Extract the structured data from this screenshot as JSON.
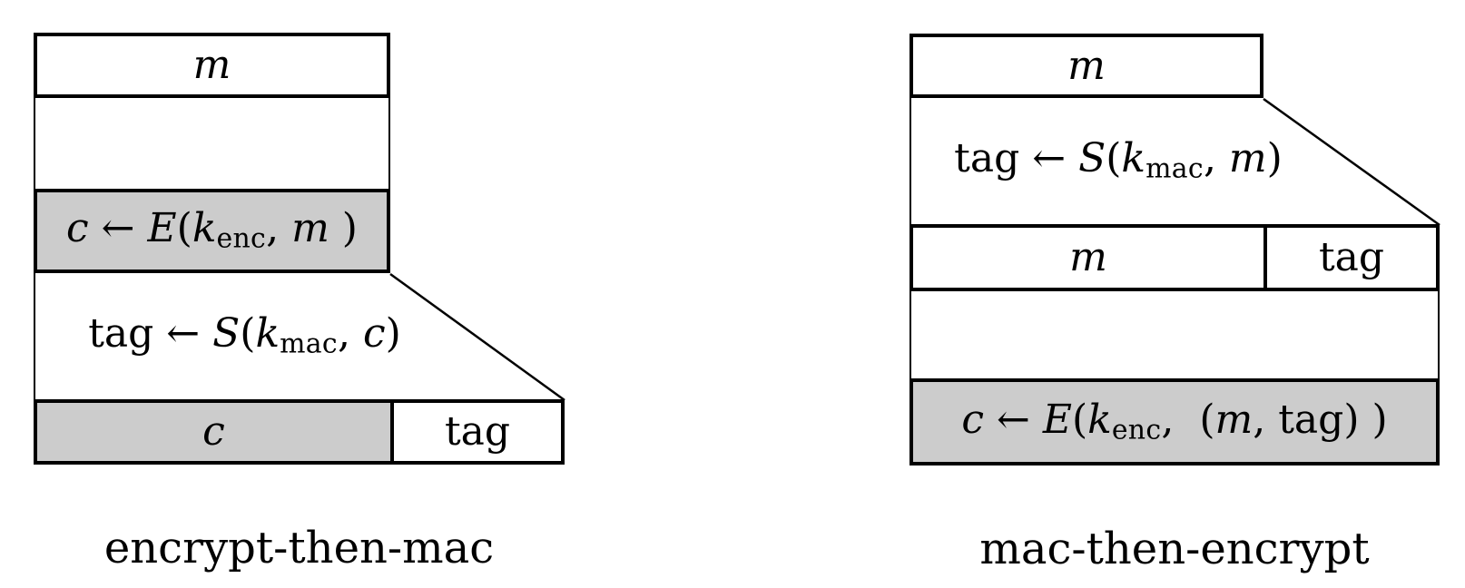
{
  "colors": {
    "background": "#ffffff",
    "stroke": "#000000",
    "box_fill_white": "#ffffff",
    "box_fill_gray": "#cccccc"
  },
  "left_diagram": {
    "caption": "encrypt-then-mac",
    "message_box": [
      {
        "t": "i",
        "v": "m"
      }
    ],
    "encrypt_expr": [
      {
        "t": "i",
        "v": "c"
      },
      {
        "t": "r",
        "v": " ← "
      },
      {
        "t": "i",
        "v": "E"
      },
      {
        "t": "r",
        "v": "("
      },
      {
        "t": "i",
        "v": "k"
      },
      {
        "t": "sub",
        "v": "enc"
      },
      {
        "t": "r",
        "v": ", "
      },
      {
        "t": "i",
        "v": "m"
      },
      {
        "t": "r",
        "v": " )"
      }
    ],
    "sign_expr": [
      {
        "t": "r",
        "v": "tag ← "
      },
      {
        "t": "i",
        "v": "S"
      },
      {
        "t": "r",
        "v": "("
      },
      {
        "t": "i",
        "v": "k"
      },
      {
        "t": "sub",
        "v": "mac"
      },
      {
        "t": "r",
        "v": ", "
      },
      {
        "t": "i",
        "v": "c"
      },
      {
        "t": "r",
        "v": ")"
      }
    ],
    "output_ciphertext": [
      {
        "t": "i",
        "v": "c"
      }
    ],
    "output_tag": [
      {
        "t": "r",
        "v": "tag"
      }
    ]
  },
  "right_diagram": {
    "caption": "mac-then-encrypt",
    "message_box": [
      {
        "t": "i",
        "v": "m"
      }
    ],
    "sign_expr": [
      {
        "t": "r",
        "v": "tag ← "
      },
      {
        "t": "i",
        "v": "S"
      },
      {
        "t": "r",
        "v": "("
      },
      {
        "t": "i",
        "v": "k"
      },
      {
        "t": "sub",
        "v": "mac"
      },
      {
        "t": "r",
        "v": ", "
      },
      {
        "t": "i",
        "v": "m"
      },
      {
        "t": "r",
        "v": ")"
      }
    ],
    "row_m": [
      {
        "t": "i",
        "v": "m"
      }
    ],
    "row_tag": [
      {
        "t": "r",
        "v": "tag"
      }
    ],
    "encrypt_expr": [
      {
        "t": "i",
        "v": "c"
      },
      {
        "t": "r",
        "v": " ← "
      },
      {
        "t": "i",
        "v": "E"
      },
      {
        "t": "r",
        "v": "("
      },
      {
        "t": "i",
        "v": "k"
      },
      {
        "t": "sub",
        "v": "enc"
      },
      {
        "t": "r",
        "v": ",  ("
      },
      {
        "t": "i",
        "v": "m"
      },
      {
        "t": "r",
        "v": ", tag) )"
      }
    ]
  }
}
